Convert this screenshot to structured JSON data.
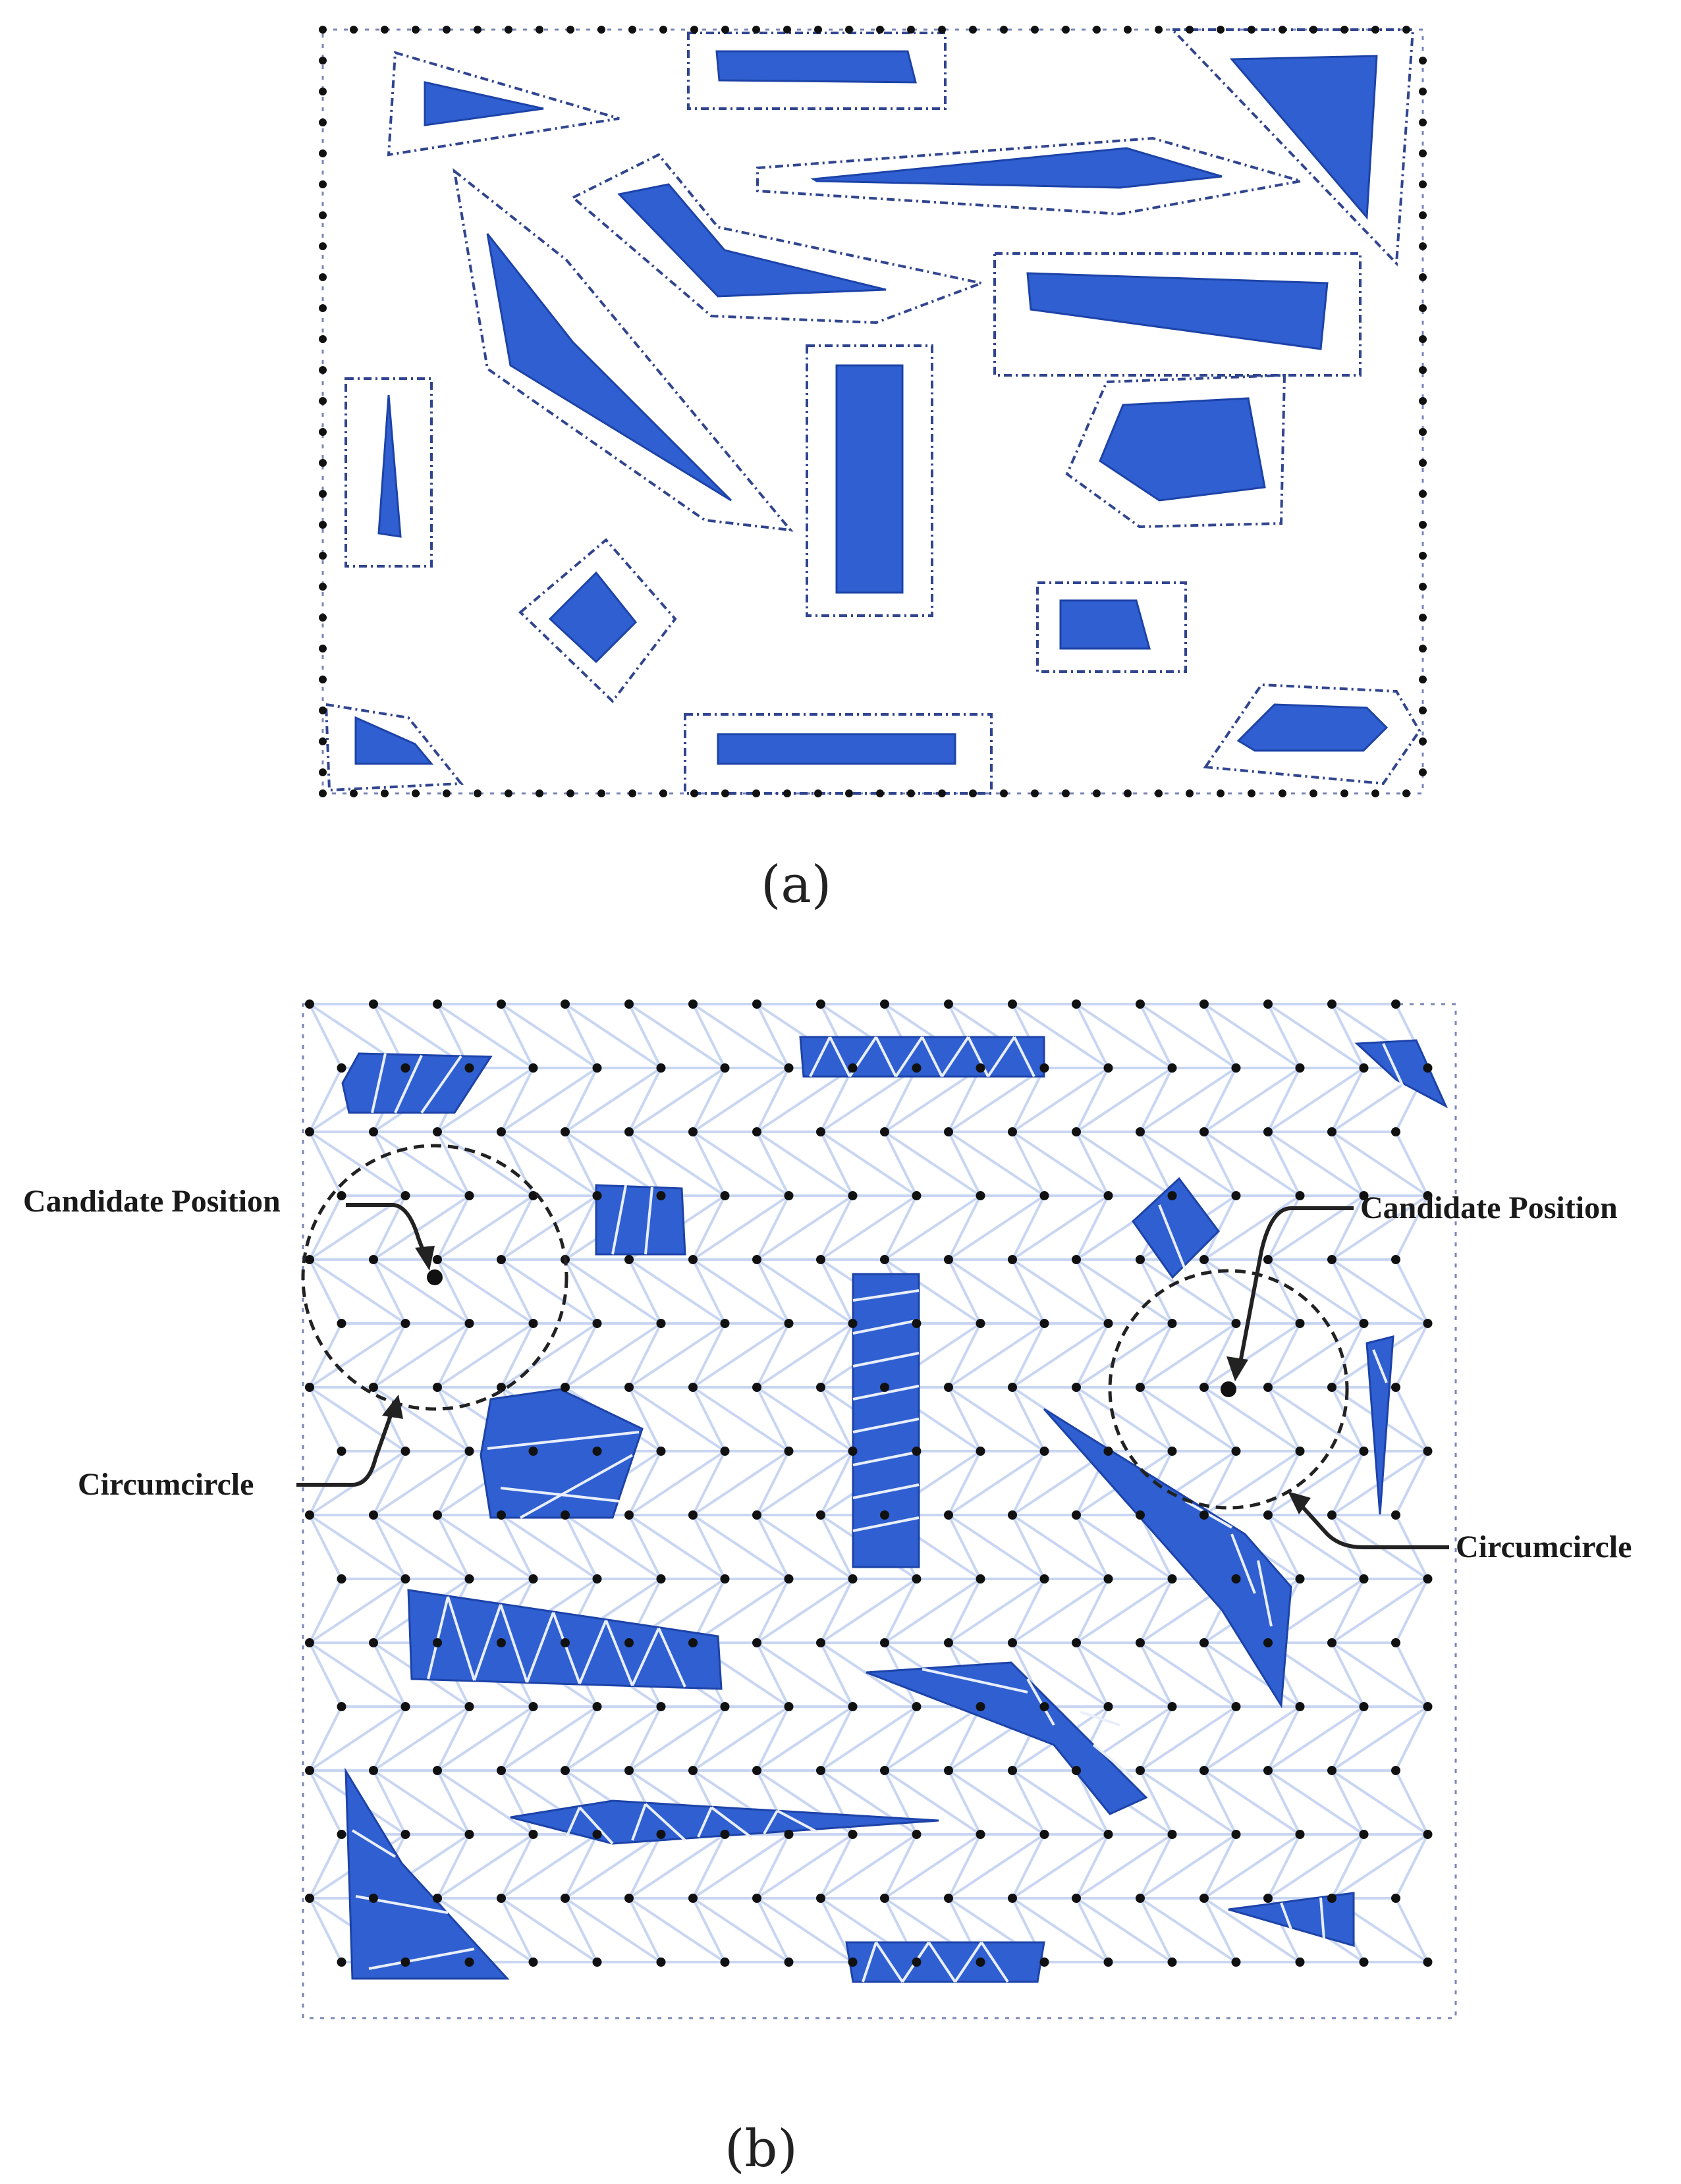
{
  "figure": {
    "panel_a": {
      "caption": "(a)"
    },
    "panel_b": {
      "caption": "(b)",
      "annotation_left_candidate": "Candidate Position",
      "annotation_left_circle": "Circumcircle",
      "annotation_right_candidate": "Candidate Position",
      "annotation_right_circle": "Circumcircle"
    },
    "colors": {
      "obstacle": "#2f5fd0",
      "mesh": "#c9d6f2",
      "node": "#111111"
    }
  }
}
